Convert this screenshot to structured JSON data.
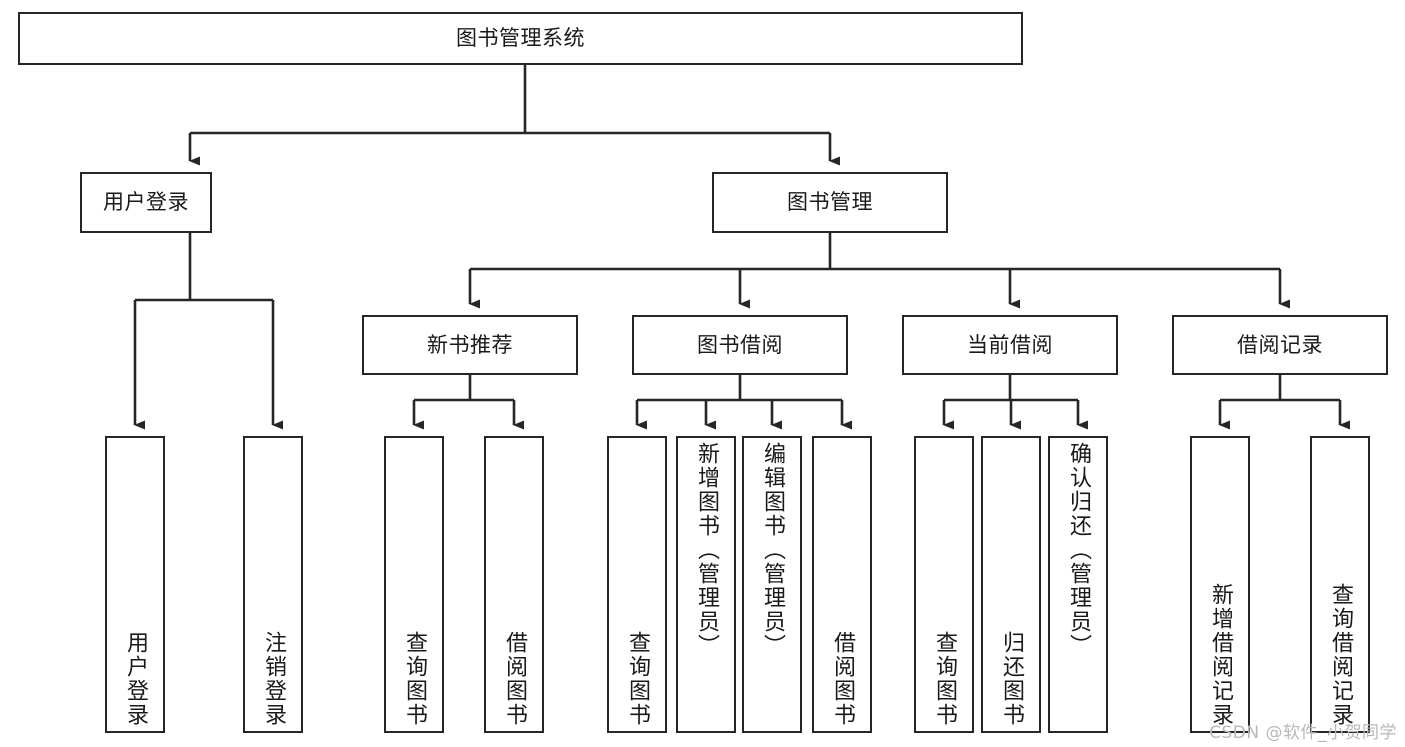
{
  "diagram": {
    "title": "图书管理系统",
    "type": "tree-hierarchy-chart",
    "background_color": "#ffffff",
    "line_color": "#262626",
    "box_border_color": "#262626",
    "box_fill_color": "#ffffff",
    "text_color": "#1a1a1a"
  },
  "root": {
    "label": "图书管理系统"
  },
  "level2": [
    {
      "label": "用户登录"
    },
    {
      "label": "图书管理"
    }
  ],
  "level3": [
    {
      "label": "新书推荐"
    },
    {
      "label": "图书借阅"
    },
    {
      "label": "当前借阅"
    },
    {
      "label": "借阅记录"
    }
  ],
  "leaves": {
    "user_login": [
      {
        "label": "用户登录"
      },
      {
        "label": "注销登录"
      }
    ],
    "new_book_recommend": [
      {
        "label": "查询图书"
      },
      {
        "label": "借阅图书"
      }
    ],
    "book_borrow": [
      {
        "label": "查询图书"
      },
      {
        "label": "新增图书（管理员）"
      },
      {
        "label": "编辑图书（管理员）"
      },
      {
        "label": "借阅图书"
      }
    ],
    "current_borrow": [
      {
        "label": "查询图书"
      },
      {
        "label": "归还图书"
      },
      {
        "label": "确认归还（管理员）"
      }
    ],
    "borrow_record": [
      {
        "label": "新增借阅记录"
      },
      {
        "label": "查询借阅记录"
      }
    ]
  },
  "watermark": {
    "text": "CSDN @软件_小贺同学"
  }
}
